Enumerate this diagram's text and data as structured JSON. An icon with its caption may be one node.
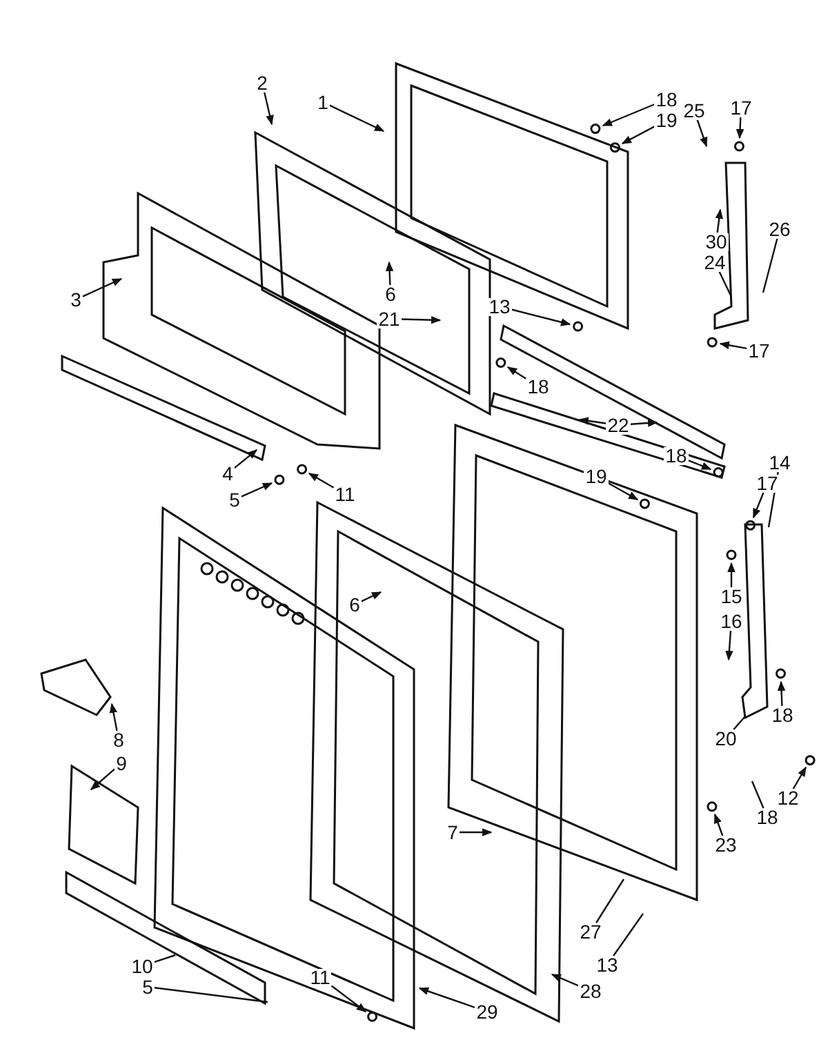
{
  "diagram": {
    "nodes": [
      {
        "text": [
          "2"
        ]
      },
      {
        "text": [
          "1"
        ]
      },
      {
        "text": [
          "18"
        ]
      },
      {
        "text": [
          "19"
        ]
      },
      {
        "text": [
          "25"
        ]
      },
      {
        "text": [
          "17"
        ]
      },
      {
        "text": [
          "30"
        ]
      },
      {
        "text": [
          "24"
        ]
      },
      {
        "text": [
          "26"
        ]
      },
      {
        "text": [
          "3"
        ]
      },
      {
        "text": [
          "6"
        ]
      },
      {
        "text": [
          "13"
        ]
      },
      {
        "text": [
          "21"
        ]
      },
      {
        "text": [
          "17"
        ]
      },
      {
        "text": [
          "18"
        ]
      },
      {
        "text": [
          "22"
        ]
      },
      {
        "text": [
          "18"
        ]
      },
      {
        "text": [
          "14"
        ]
      },
      {
        "text": [
          "4"
        ]
      },
      {
        "text": [
          "19"
        ]
      },
      {
        "text": [
          "17"
        ]
      },
      {
        "text": [
          "11"
        ]
      },
      {
        "text": [
          "5"
        ]
      },
      {
        "text": [
          "6"
        ]
      },
      {
        "text": [
          "15"
        ]
      },
      {
        "text": [
          "16"
        ]
      },
      {
        "text": [
          "18"
        ]
      },
      {
        "text": [
          "8"
        ]
      },
      {
        "text": [
          "20"
        ]
      },
      {
        "text": [
          "9"
        ]
      },
      {
        "text": [
          "12"
        ]
      },
      {
        "text": [
          "18"
        ]
      },
      {
        "text": [
          "23"
        ]
      },
      {
        "text": [
          "7"
        ]
      },
      {
        "text": [
          "27"
        ]
      },
      {
        "text": [
          "13"
        ]
      },
      {
        "text": [
          "10"
        ]
      },
      {
        "text": [
          "28"
        ]
      },
      {
        "text": [
          "5"
        ]
      },
      {
        "text": [
          "11"
        ]
      },
      {
        "text": [
          "29"
        ]
      }
    ],
    "edges": [
      {
        "from": 0,
        "to": null,
        "arrow": "to"
      },
      {
        "from": 1,
        "to": null,
        "arrow": "to"
      },
      {
        "from": 2,
        "to": null,
        "arrow": "to"
      },
      {
        "from": 3,
        "to": null,
        "arrow": "to"
      },
      {
        "from": 4,
        "to": null,
        "arrow": "to"
      },
      {
        "from": 5,
        "to": null,
        "arrow": "to"
      },
      {
        "from": 6,
        "to": null,
        "arrow": "to"
      },
      {
        "from": 7,
        "to": null,
        "arrow": "none"
      },
      {
        "from": 8,
        "to": null,
        "arrow": "none"
      },
      {
        "from": 9,
        "to": null,
        "arrow": "to"
      },
      {
        "from": 10,
        "to": null,
        "arrow": "to"
      },
      {
        "from": 11,
        "to": null,
        "arrow": "to"
      },
      {
        "from": 12,
        "to": null,
        "arrow": "to"
      },
      {
        "from": 13,
        "to": null,
        "arrow": "to"
      },
      {
        "from": 14,
        "to": null,
        "arrow": "to"
      },
      {
        "from": 15,
        "to": null,
        "arrow": "to"
      },
      {
        "from": 15,
        "to": null,
        "arrow": "to"
      },
      {
        "from": 16,
        "to": null,
        "arrow": "to"
      },
      {
        "from": 17,
        "to": null,
        "arrow": "none"
      },
      {
        "from": 18,
        "to": null,
        "arrow": "to"
      },
      {
        "from": 19,
        "to": null,
        "arrow": "to"
      },
      {
        "from": 20,
        "to": null,
        "arrow": "to"
      },
      {
        "from": 21,
        "to": null,
        "arrow": "to"
      },
      {
        "from": 22,
        "to": null,
        "arrow": "to"
      },
      {
        "from": 23,
        "to": null,
        "arrow": "to"
      },
      {
        "from": 24,
        "to": null,
        "arrow": "to"
      },
      {
        "from": 25,
        "to": null,
        "arrow": "to"
      },
      {
        "from": 26,
        "to": null,
        "arrow": "to"
      },
      {
        "from": 27,
        "to": null,
        "arrow": "to"
      },
      {
        "from": 28,
        "to": null,
        "arrow": "none"
      },
      {
        "from": 29,
        "to": null,
        "arrow": "to"
      },
      {
        "from": 30,
        "to": null,
        "arrow": "to"
      },
      {
        "from": 31,
        "to": null,
        "arrow": "none"
      },
      {
        "from": 32,
        "to": null,
        "arrow": "to"
      },
      {
        "from": 33,
        "to": null,
        "arrow": "to"
      },
      {
        "from": 34,
        "to": null,
        "arrow": "none"
      },
      {
        "from": 35,
        "to": null,
        "arrow": "none"
      },
      {
        "from": 36,
        "to": null,
        "arrow": "none"
      },
      {
        "from": 37,
        "to": null,
        "arrow": "to"
      },
      {
        "from": 38,
        "to": null,
        "arrow": "none"
      },
      {
        "from": 39,
        "to": null,
        "arrow": "to"
      },
      {
        "from": 40,
        "to": null,
        "arrow": "to"
      }
    ]
  }
}
